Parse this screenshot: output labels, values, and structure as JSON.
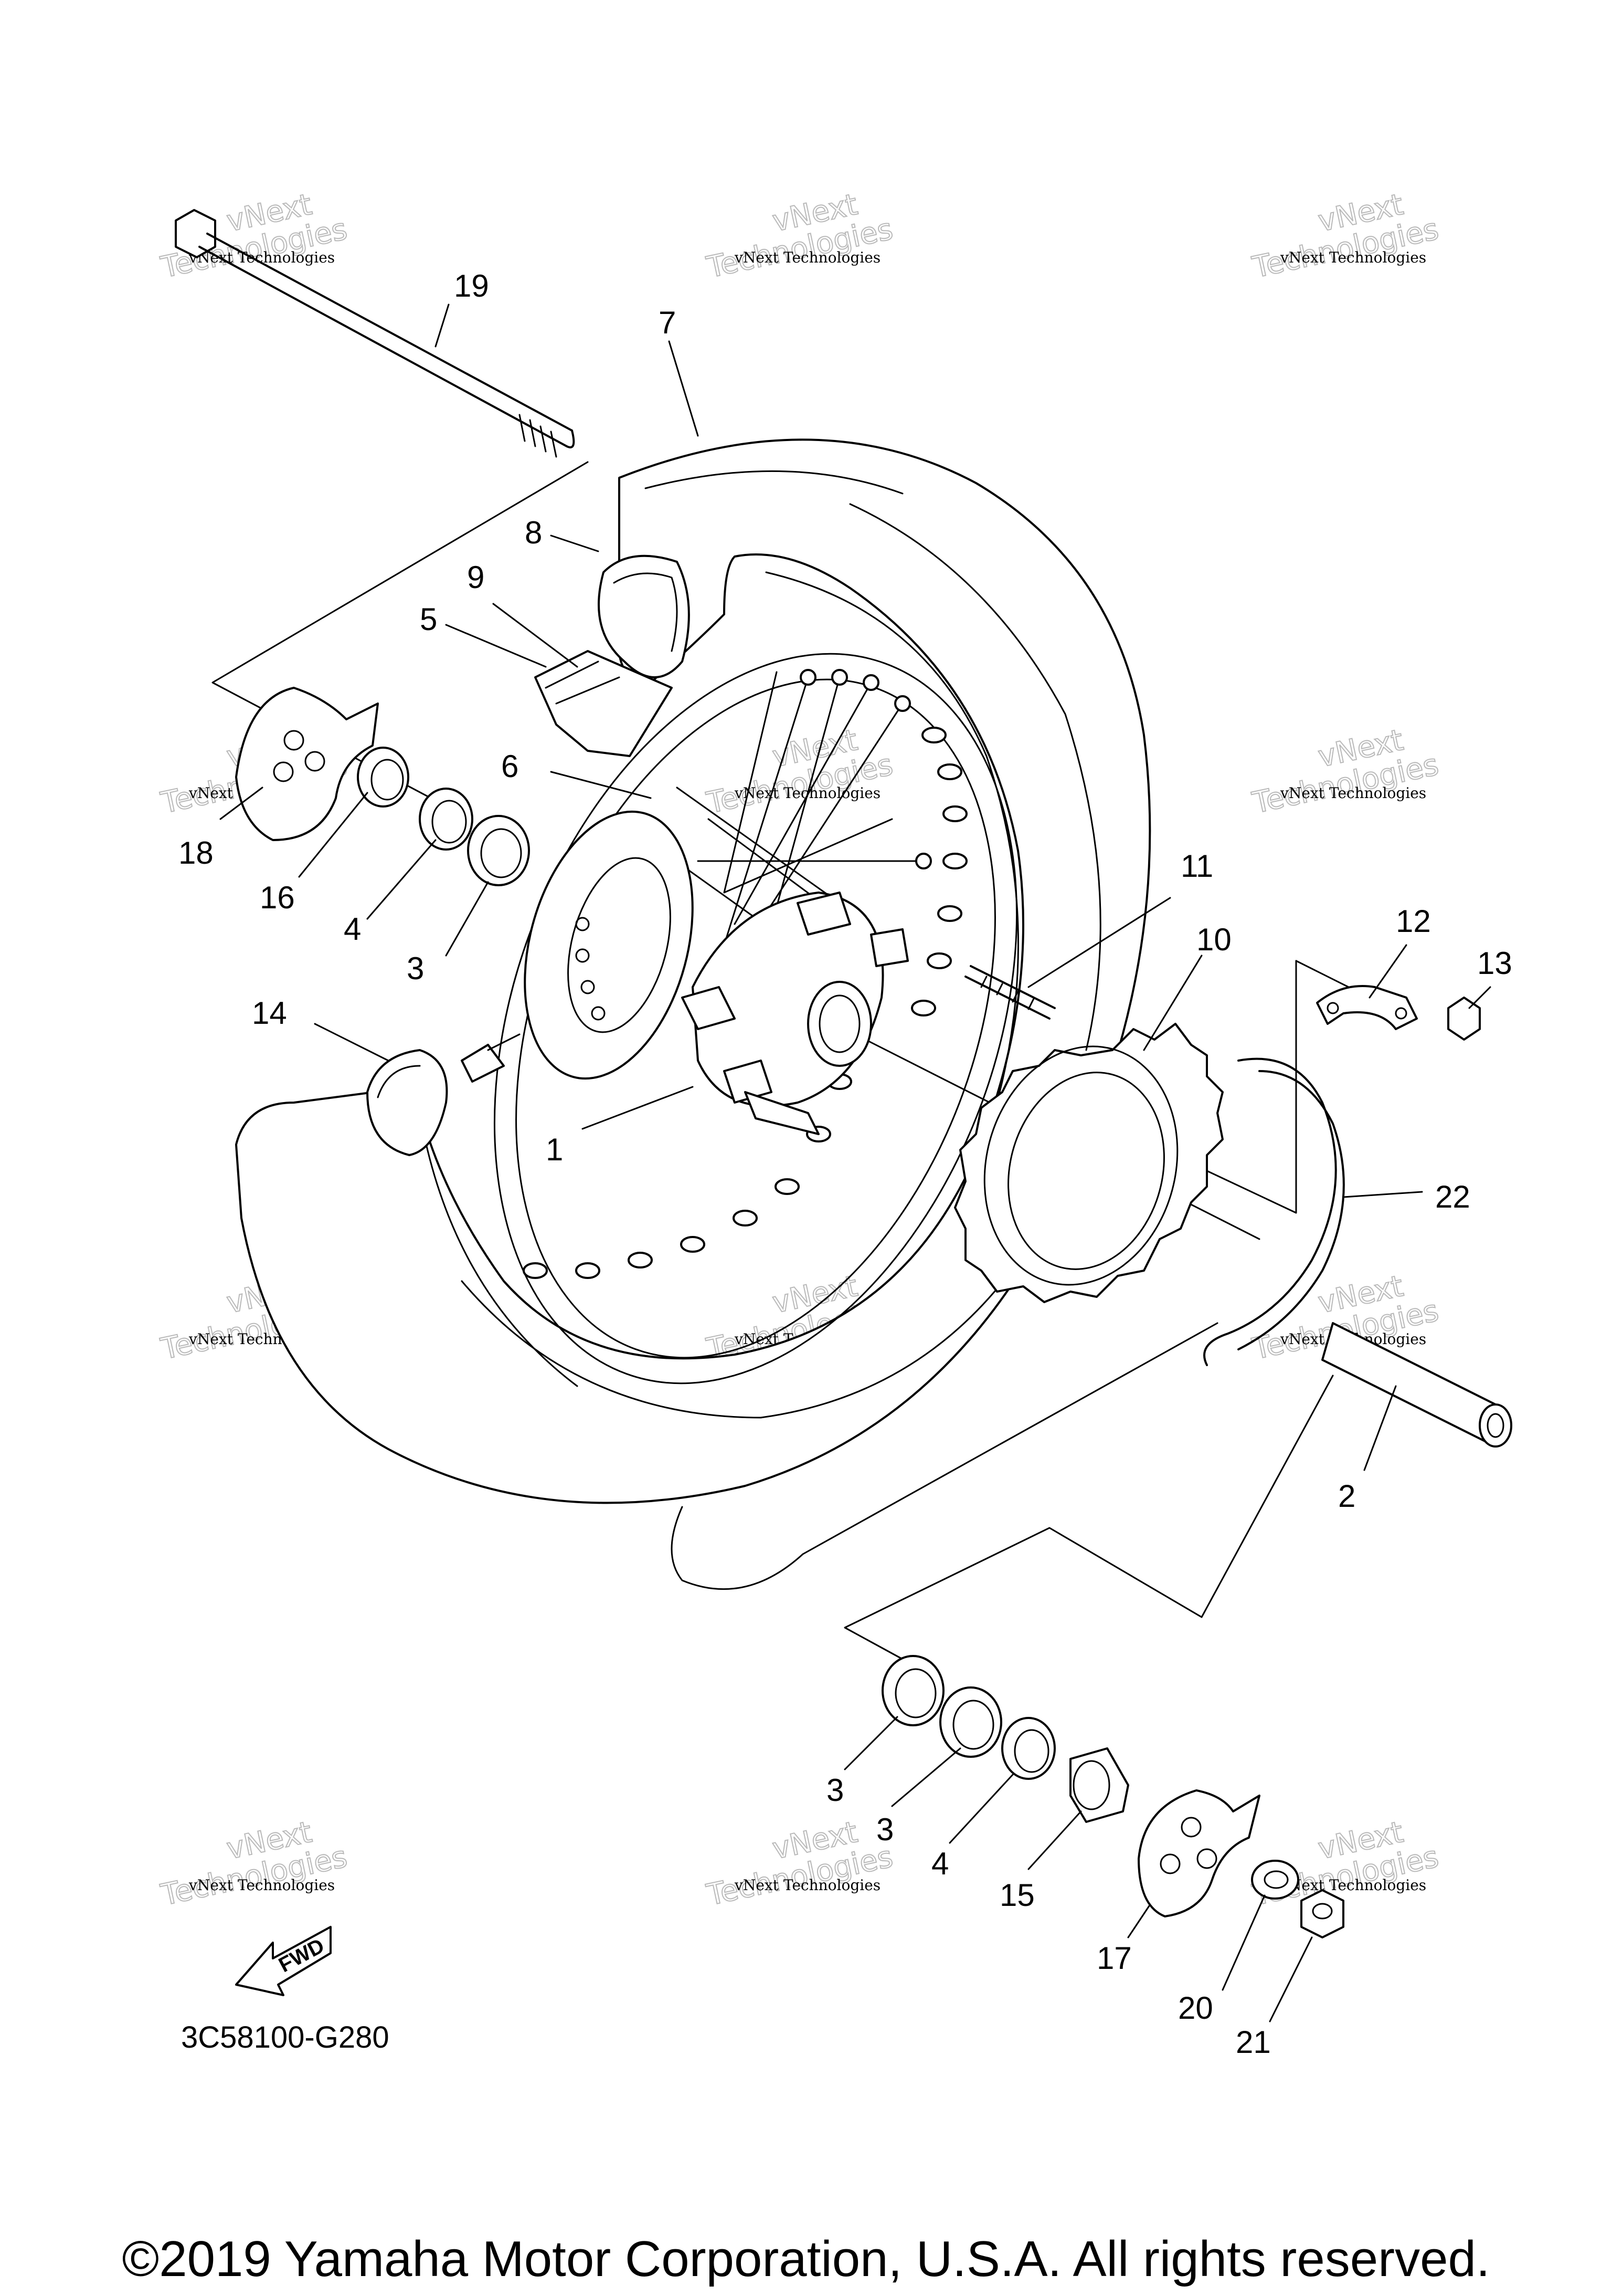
{
  "diagram_code": "3C58100-G280",
  "fwd_label": "FWD",
  "copyright": "©2019 Yamaha Motor Corporation, U.S.A. All rights reserved.",
  "watermark": {
    "line1": "vNext Technologies",
    "line2": "Technologies",
    "over": "vNext"
  },
  "labels": {
    "l19": "19",
    "l7": "7",
    "l8": "8",
    "l9": "9",
    "l5": "5",
    "l6": "6",
    "l18": "18",
    "l16": "16",
    "l4a": "4",
    "l3a": "3",
    "l11": "11",
    "l10": "10",
    "l12": "12",
    "l13": "13",
    "l14": "14",
    "l1": "1",
    "l22": "22",
    "l2": "2",
    "l3b": "3",
    "l3c": "3",
    "l4b": "4",
    "l15": "15",
    "l17": "17",
    "l20": "20",
    "l21": "21"
  }
}
